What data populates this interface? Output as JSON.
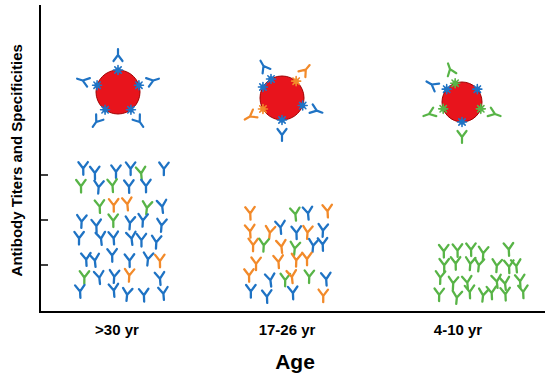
{
  "diagram": {
    "labels": [
      "Antibody Titers and Specificities",
      ">30 yr",
      "17-26 yr",
      "4-10 yr",
      "Age"
    ]
  }
}
